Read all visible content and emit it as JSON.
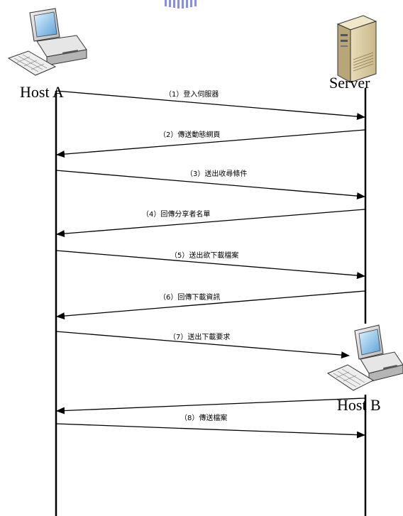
{
  "nodes": {
    "host_a": {
      "label": "Host A"
    },
    "server": {
      "label": "Server"
    },
    "host_b": {
      "label": "Host B"
    }
  },
  "messages": [
    {
      "label": "（1）登入伺服器"
    },
    {
      "label": "（2）傳送動態網頁"
    },
    {
      "label": "（3）送出收尋條件"
    },
    {
      "label": "（4）回傳分享者名單"
    },
    {
      "label": "（5）送出欲下載檔案"
    },
    {
      "label": "（6）回傳下載資訊"
    },
    {
      "label": "（7）送出下載要求"
    },
    {
      "label": "（8）傳送檔案"
    }
  ],
  "colors": {
    "line": "#000000",
    "watermark": "#8a8fd8"
  }
}
